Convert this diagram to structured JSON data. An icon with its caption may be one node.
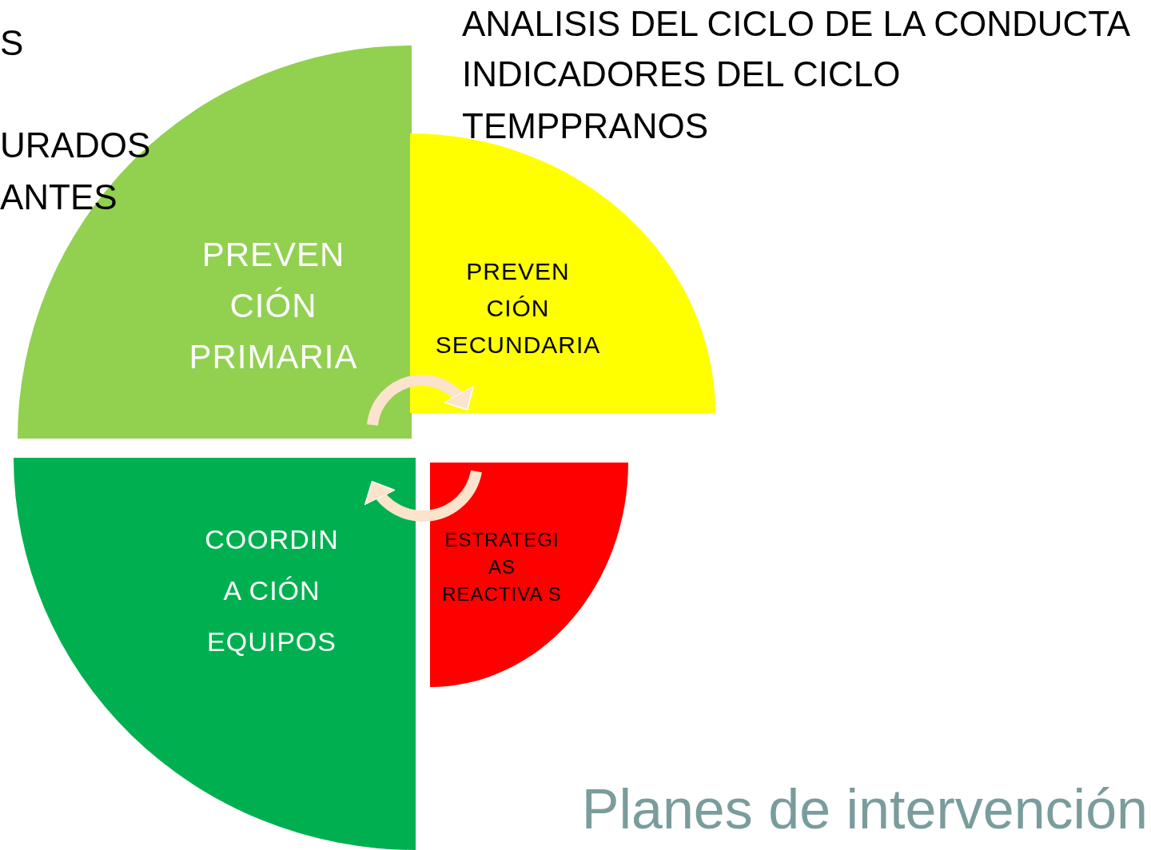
{
  "diagram": {
    "title": "Planes de intervención",
    "nodes": [
      {
        "text": [
          "PREVEN CIÓN PRIMARIA"
        ]
      },
      {
        "text": [
          "PREVEN CIÓN SECUNDARIA"
        ]
      },
      {
        "text": [
          "ESTRATEGI AS REACTIVA S"
        ]
      },
      {
        "text": [
          "COORDIN A CIÓN EQUIPOS"
        ]
      }
    ],
    "edges": [
      {
        "from": 0,
        "to": 1,
        "arrow": "to"
      },
      {
        "from": 2,
        "to": 3,
        "arrow": "to"
      }
    ],
    "labels": [
      "S",
      "URADOS",
      "ANTES",
      "ANALISIS DEL CICLO DE LA CONDUCTA",
      "INDICADORES DEL CICLO",
      "TEMPPRANOS"
    ]
  }
}
